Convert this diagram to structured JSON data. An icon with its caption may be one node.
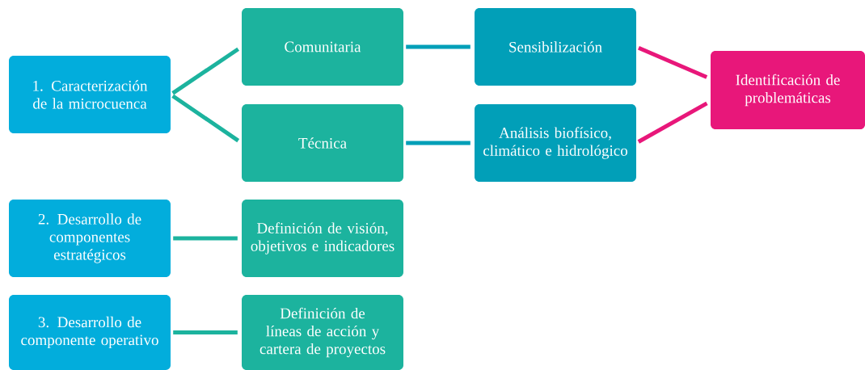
{
  "diagram": {
    "nodes": [
      {
        "text": [
          "1. Caracterización de la microcuenca"
        ]
      },
      {
        "text": [
          "Comunitaria"
        ]
      },
      {
        "text": [
          "Técnica"
        ]
      },
      {
        "text": [
          "Sensibilización"
        ]
      },
      {
        "text": [
          "Análisis biofísico, climático e hidrológico"
        ]
      },
      {
        "text": [
          "Identificación de problemáticas"
        ]
      },
      {
        "text": [
          "2. Desarrollo de componentes estratégicos"
        ]
      },
      {
        "text": [
          "Definición de visión, objetivos e indicadores"
        ]
      },
      {
        "text": [
          "3. Desarrollo de componente operativo"
        ]
      },
      {
        "text": [
          "Definición de líneas de acción y cartera de proyectos"
        ]
      }
    ],
    "edges": [
      {
        "from": 0,
        "to": 1,
        "arrow": "none"
      },
      {
        "from": 0,
        "to": 2,
        "arrow": "none"
      },
      {
        "from": 1,
        "to": 3,
        "arrow": "none",
        "color": "#019fb8"
      },
      {
        "from": 2,
        "to": 4,
        "arrow": "none",
        "color": "#019fb8"
      },
      {
        "from": 3,
        "to": 5,
        "arrow": "none",
        "color": "#e8177a"
      },
      {
        "from": 4,
        "to": 5,
        "arrow": "none",
        "color": "#e8177a"
      },
      {
        "from": 6,
        "to": 7,
        "arrow": "none"
      },
      {
        "from": 8,
        "to": 9,
        "arrow": "none"
      }
    ]
  }
}
